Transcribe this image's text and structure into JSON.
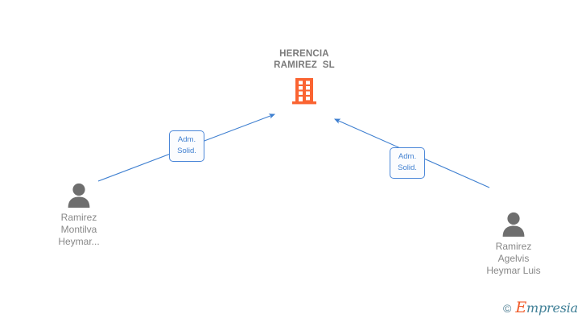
{
  "graph": {
    "company": {
      "name_line1": "HERENCIA",
      "name_line2": "RAMIREZ  SL",
      "icon": "building-icon",
      "color": "#FA6432"
    },
    "people": [
      {
        "id": "person-left",
        "icon": "person-icon",
        "name_line1": "Ramirez",
        "name_line2": "Montilva",
        "name_line3": "Heymar...",
        "color": "#6E6E6E"
      },
      {
        "id": "person-right",
        "icon": "person-icon",
        "name_line1": "Ramirez",
        "name_line2": "Agelvis",
        "name_line3": "Heymar Luis",
        "color": "#6E6E6E"
      }
    ],
    "relations": [
      {
        "id": "relation-left",
        "label_line1": "Adm.",
        "label_line2": "Solid.",
        "from": "person-left",
        "to": "company",
        "color": "#3E7FD0"
      },
      {
        "id": "relation-right",
        "label_line1": "Adm.",
        "label_line2": "Solid.",
        "from": "person-right",
        "to": "company",
        "color": "#3E7FD0"
      }
    ]
  },
  "watermark": {
    "copyright_symbol": "©",
    "brand_initial": "E",
    "brand_rest": "mpresia",
    "brand_color": "#3F7F96",
    "initial_color": "#F05A28"
  }
}
